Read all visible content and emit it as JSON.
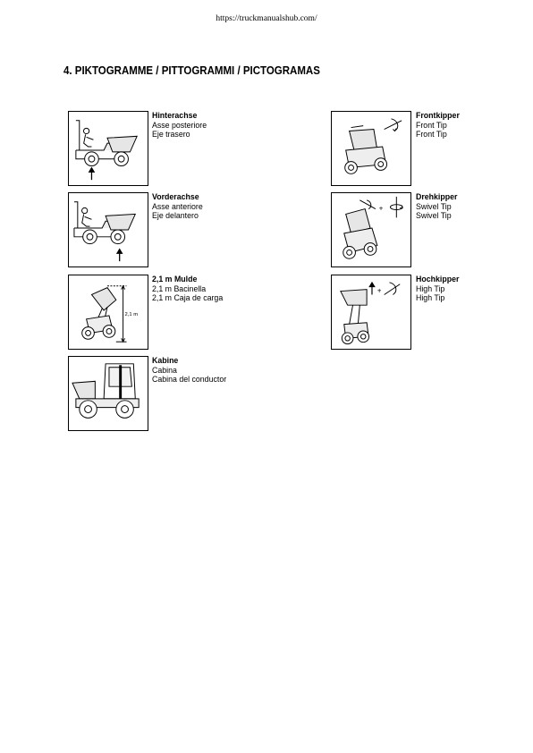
{
  "header": {
    "url": "https://truckmanualshub.com/"
  },
  "section": {
    "title": "4. PIKTOGRAMME / PITTOGRAMMI / PICTOGRAMAS"
  },
  "pictograms": [
    {
      "title": "Hinterachse",
      "lines": [
        "Asse posteriore",
        "Eje trasero"
      ],
      "icon": "rear-axle-icon"
    },
    {
      "title": "Vorderachse",
      "lines": [
        "Asse anteriore",
        "Eje delantero"
      ],
      "icon": "front-axle-icon"
    },
    {
      "title": "2,1 m Mulde",
      "lines": [
        "2,1 m Bacinella",
        "2,1 m Caja de carga"
      ],
      "icon": "skip-height-icon",
      "dimension_label": "2,1 m"
    },
    {
      "title": "Kabine",
      "lines": [
        "Cabina",
        "Cabina del conductor"
      ],
      "icon": "cab-icon"
    },
    {
      "title": "Frontkipper",
      "lines": [
        "Front Tip",
        "Front Tip"
      ],
      "icon": "front-tip-icon"
    },
    {
      "title": "Drehkipper",
      "lines": [
        "Swivel Tip",
        "Swivel Tip"
      ],
      "icon": "swivel-tip-icon"
    },
    {
      "title": "Hochkipper",
      "lines": [
        "High Tip",
        "High Tip"
      ],
      "icon": "high-tip-icon"
    }
  ]
}
